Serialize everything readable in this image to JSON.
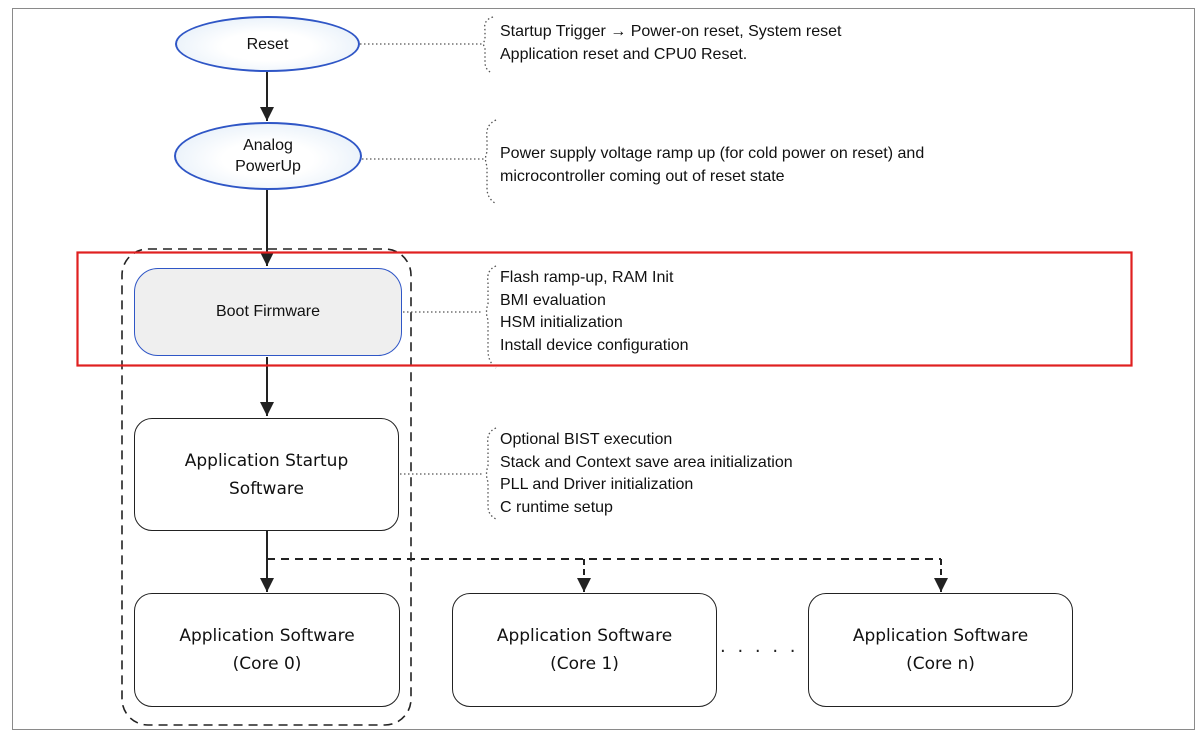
{
  "nodes": {
    "reset": "Reset",
    "analog_powerup": "Analog\nPowerUp",
    "boot_firmware": "Boot Firmware",
    "app_startup": "Application Startup\nSoftware",
    "app_core0": "Application Software\n(Core 0)",
    "app_core1": "Application Software\n(Core 1)",
    "app_coren": "Application Software\n(Core n)"
  },
  "notes": {
    "reset": [
      "Startup Trigger →    Power-on reset, System reset",
      "Application reset and CPU0 Reset."
    ],
    "analog_powerup": [
      "Power supply voltage ramp up (for cold power on reset) and",
      "microcontroller coming out of reset state"
    ],
    "boot_firmware": [
      "Flash ramp-up, RAM Init",
      "BMI evaluation",
      "HSM initialization",
      "Install device configuration"
    ],
    "app_startup": [
      "Optional BIST execution",
      "Stack and Context save area initialization",
      "PLL and Driver initialization",
      "C runtime setup"
    ]
  },
  "between_cores": ". . . . .",
  "colors": {
    "ellipse_border": "#2f56c6",
    "ellipse_fill": "#ddeaf7",
    "boot_fill": "#efefef",
    "highlight_border": "#e02020",
    "line": "#222222"
  }
}
